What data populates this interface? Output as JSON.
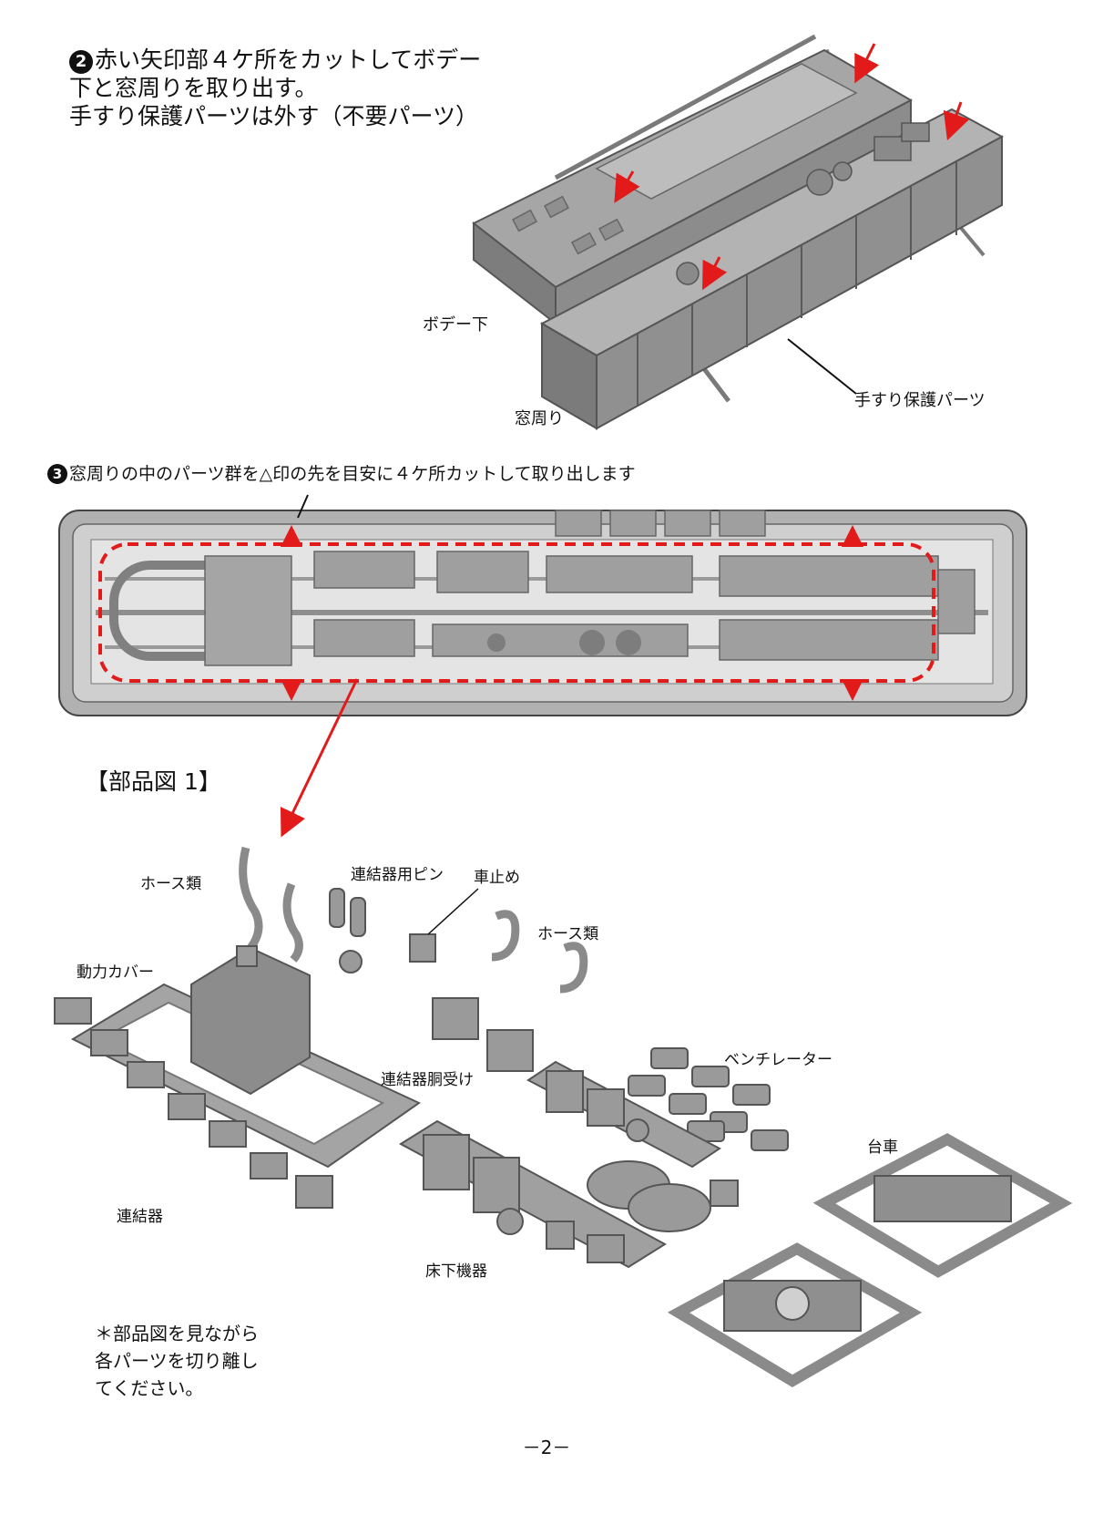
{
  "step2": {
    "number": "2",
    "lines": [
      "赤い矢印部４ケ所をカットしてボデー",
      "下と窓周りを取り出す。",
      "手すり保護パーツは外す（不要パーツ）"
    ]
  },
  "top_labels": {
    "body_lower": "ボデー下",
    "window_frame": "窓周り",
    "handrail_protector": "手すり保護パーツ"
  },
  "step3": {
    "number": "3",
    "text": "窓周りの中のパーツ群を△印の先を目安に４ケ所カットして取り出します"
  },
  "parts_diagram": {
    "title": "【部品図 1】",
    "labels": {
      "hoses_1": "ホース類",
      "coupler_pin": "連結器用ピン",
      "wheel_stop": "車止め",
      "hoses_2": "ホース類",
      "power_cover": "動力カバー",
      "coupler_receiver": "連結器胴受け",
      "ventilator": "ベンチレーター",
      "bogie": "台車",
      "coupler": "連結器",
      "underfloor": "床下機器"
    }
  },
  "note": {
    "lines": [
      "＊部品図を見ながら",
      "各パーツを切り離し",
      "てください。"
    ]
  },
  "page_number": "－2－",
  "colors": {
    "part_gray": "#9a9a9a",
    "part_dark": "#6e6e6e",
    "arrow_red": "#e31a1a"
  }
}
